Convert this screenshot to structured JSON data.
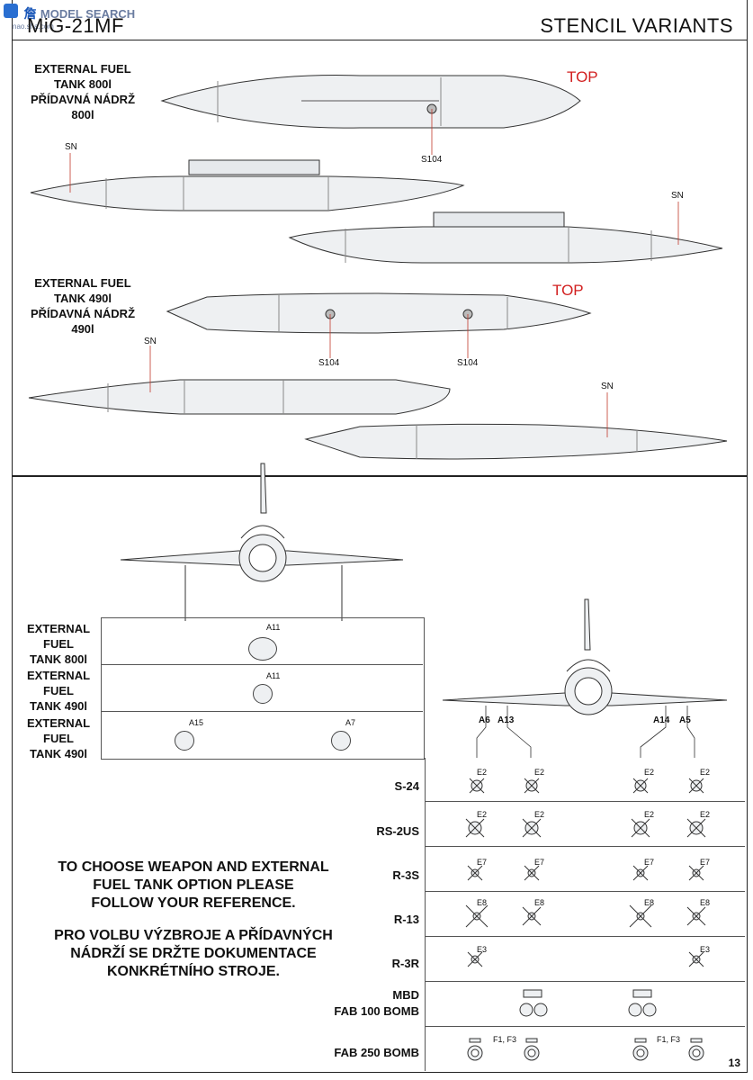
{
  "header": {
    "watermark_cn": "詹",
    "watermark_text": "MODEL SEARCH",
    "watermark_url": "nao.sha.com",
    "model": "MiG-21MF",
    "title": "STENCIL VARIANTS"
  },
  "tanks": {
    "t800_label": [
      "EXTERNAL FUEL",
      "TANK 800l",
      "PŘÍDAVNÁ NÁDRŽ",
      "800l"
    ],
    "t490_label": [
      "EXTERNAL FUEL",
      "TANK 490l",
      "PŘÍDAVNÁ NÁDRŽ",
      "490l"
    ],
    "top": "TOP",
    "sn": "SN",
    "s104": "S104"
  },
  "pylon_table": {
    "rows": [
      {
        "label": [
          "EXTERNAL",
          "FUEL",
          "TANK 800l"
        ],
        "markers": [
          "A11"
        ]
      },
      {
        "label": [
          "EXTERNAL",
          "FUEL",
          "TANK 490l"
        ],
        "markers": [
          "A11"
        ]
      },
      {
        "label": [
          "EXTERNAL",
          "FUEL",
          "TANK 490l"
        ],
        "markers": [
          "A15",
          "A7"
        ]
      }
    ]
  },
  "stations": [
    "A6",
    "A13",
    "A14",
    "A5"
  ],
  "weapons": [
    {
      "name": "S-24",
      "marker": "E2"
    },
    {
      "name": "RS-2US",
      "marker": "E2"
    },
    {
      "name": "R-3S",
      "marker": "E7"
    },
    {
      "name": "R-13",
      "marker": "E8"
    },
    {
      "name": "R-3R",
      "marker": "E3"
    },
    {
      "name": "MBD",
      "name2": "FAB 100 BOMB",
      "marker": ""
    },
    {
      "name": "FAB 250 BOMB",
      "marker": "F1, F3"
    }
  ],
  "instructions": {
    "en": [
      "TO CHOOSE WEAPON AND EXTERNAL",
      "FUEL TANK OPTION PLEASE",
      "FOLLOW YOUR REFERENCE."
    ],
    "cz": [
      "PRO VOLBU VÝZBROJE A PŘÍDAVNÝCH",
      "NÁDRŽÍ SE DRŽTE DOKUMENTACE",
      "KONKRÉTNÍHO STROJE."
    ]
  },
  "page_number": "13"
}
